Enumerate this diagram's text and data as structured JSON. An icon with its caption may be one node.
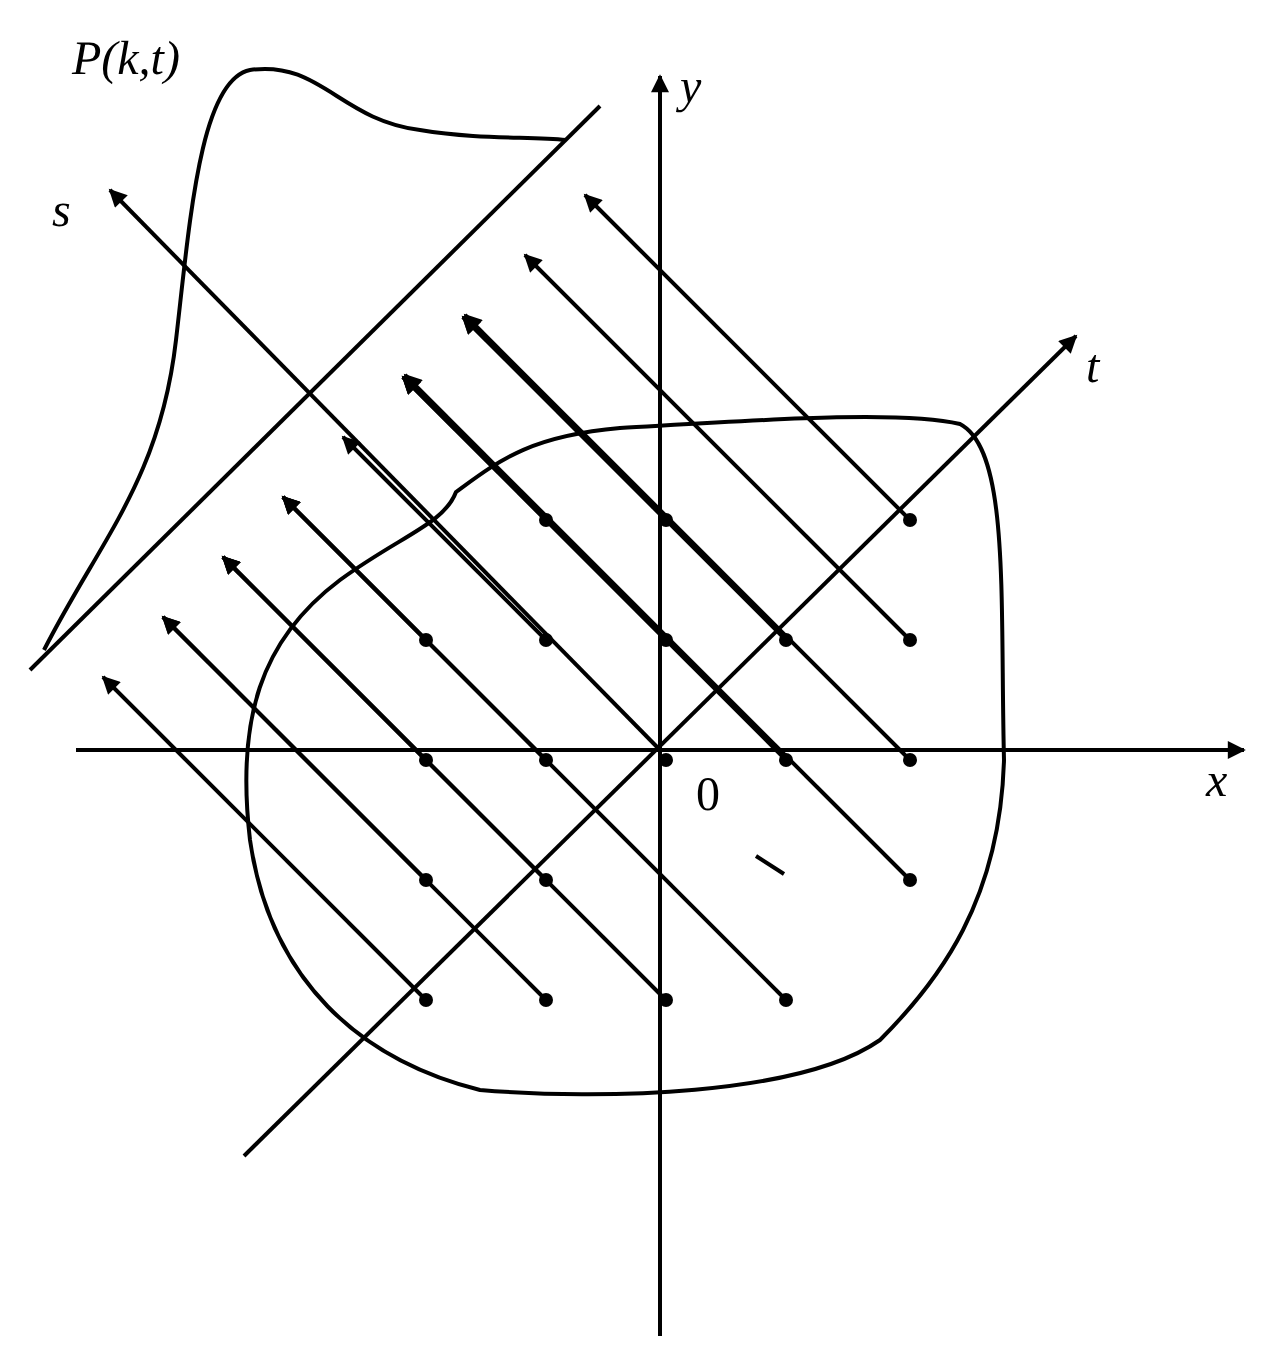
{
  "diagram": {
    "labels": [
      "P(k,t)",
      "s",
      "y",
      "t",
      "x",
      "0"
    ]
  }
}
